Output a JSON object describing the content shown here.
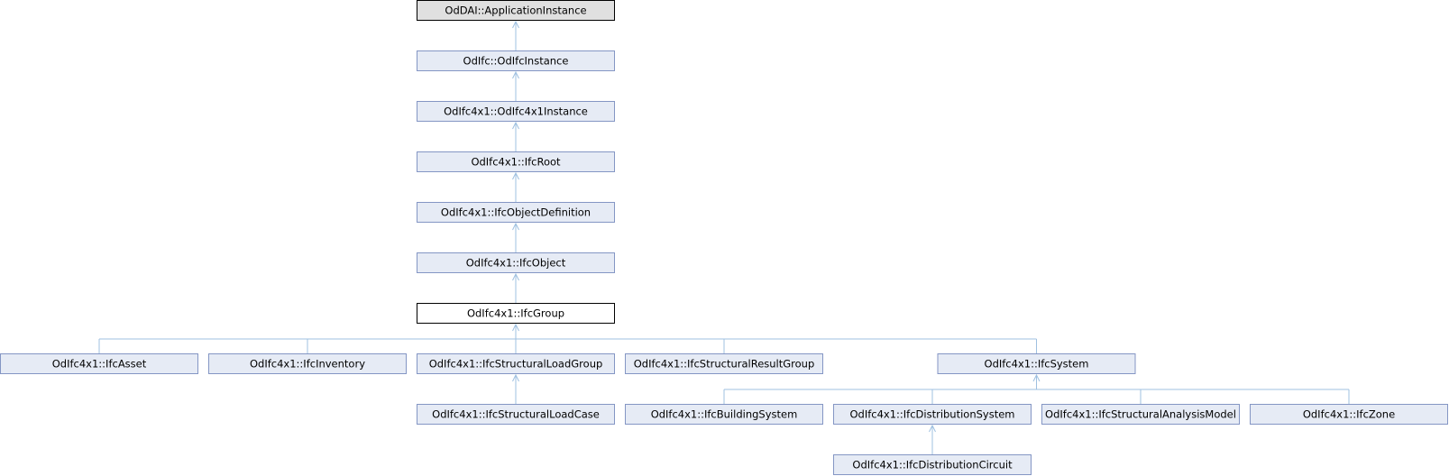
{
  "diagram": {
    "colors": {
      "node_fill": "#e6ebf5",
      "node_border": "#8496c4",
      "root_fill": "#e0e0e0",
      "root_border": "#000000",
      "focus_fill": "#ffffff",
      "focus_border": "#000000",
      "edge": "#9fc0e0"
    },
    "nodes": [
      {
        "id": "n0",
        "label": "OdDAI::ApplicationInstance",
        "kind": "root"
      },
      {
        "id": "n1",
        "label": "OdIfc::OdIfcInstance",
        "kind": "normal"
      },
      {
        "id": "n2",
        "label": "OdIfc4x1::OdIfc4x1Instance",
        "kind": "normal"
      },
      {
        "id": "n3",
        "label": "OdIfc4x1::IfcRoot",
        "kind": "normal"
      },
      {
        "id": "n4",
        "label": "OdIfc4x1::IfcObjectDefinition",
        "kind": "normal"
      },
      {
        "id": "n5",
        "label": "OdIfc4x1::IfcObject",
        "kind": "normal"
      },
      {
        "id": "n6",
        "label": "OdIfc4x1::IfcGroup",
        "kind": "focus"
      },
      {
        "id": "n7",
        "label": "OdIfc4x1::IfcAsset",
        "kind": "normal"
      },
      {
        "id": "n8",
        "label": "OdIfc4x1::IfcInventory",
        "kind": "normal"
      },
      {
        "id": "n9",
        "label": "OdIfc4x1::IfcStructuralLoadGroup",
        "kind": "normal"
      },
      {
        "id": "n10",
        "label": "OdIfc4x1::IfcStructuralResultGroup",
        "kind": "normal"
      },
      {
        "id": "n11",
        "label": "OdIfc4x1::IfcSystem",
        "kind": "normal"
      },
      {
        "id": "n12",
        "label": "OdIfc4x1::IfcStructuralLoadCase",
        "kind": "normal"
      },
      {
        "id": "n13",
        "label": "OdIfc4x1::IfcBuildingSystem",
        "kind": "normal"
      },
      {
        "id": "n14",
        "label": "OdIfc4x1::IfcDistributionSystem",
        "kind": "normal"
      },
      {
        "id": "n15",
        "label": "OdIfc4x1::IfcStructuralAnalysisModel",
        "kind": "normal"
      },
      {
        "id": "n16",
        "label": "OdIfc4x1::IfcZone",
        "kind": "normal"
      },
      {
        "id": "n17",
        "label": "OdIfc4x1::IfcDistributionCircuit",
        "kind": "normal"
      }
    ],
    "edges": [
      {
        "from": "n1",
        "to": "n0"
      },
      {
        "from": "n2",
        "to": "n1"
      },
      {
        "from": "n3",
        "to": "n2"
      },
      {
        "from": "n4",
        "to": "n3"
      },
      {
        "from": "n5",
        "to": "n4"
      },
      {
        "from": "n6",
        "to": "n5"
      },
      {
        "from": "n7",
        "to": "n6"
      },
      {
        "from": "n8",
        "to": "n6"
      },
      {
        "from": "n9",
        "to": "n6"
      },
      {
        "from": "n10",
        "to": "n6"
      },
      {
        "from": "n11",
        "to": "n6"
      },
      {
        "from": "n12",
        "to": "n9"
      },
      {
        "from": "n13",
        "to": "n11"
      },
      {
        "from": "n14",
        "to": "n11"
      },
      {
        "from": "n15",
        "to": "n11"
      },
      {
        "from": "n16",
        "to": "n11"
      },
      {
        "from": "n17",
        "to": "n14"
      }
    ]
  }
}
